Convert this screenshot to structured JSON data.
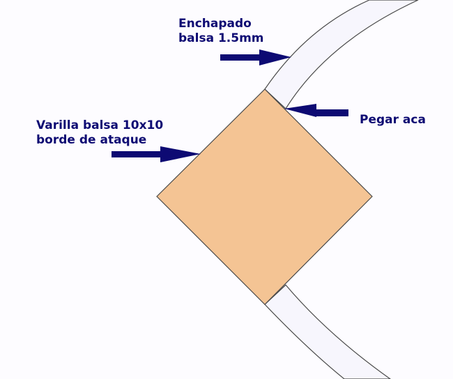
{
  "labels": {
    "veneer": {
      "line1": "Enchapado",
      "line2": "balsa 1.5mm"
    },
    "dowel": {
      "line1": "Varilla balsa 10x10",
      "line2": "borde de ataque"
    },
    "glue": {
      "text": "Pegar aca"
    }
  },
  "colors": {
    "background": "#fdfcff",
    "veneer_fill": "#f7f6fd",
    "outline": "#4a4a4a",
    "dowel_fill": "#f4c494",
    "arrow": "#0d0a73",
    "text": "#0d0a73"
  }
}
